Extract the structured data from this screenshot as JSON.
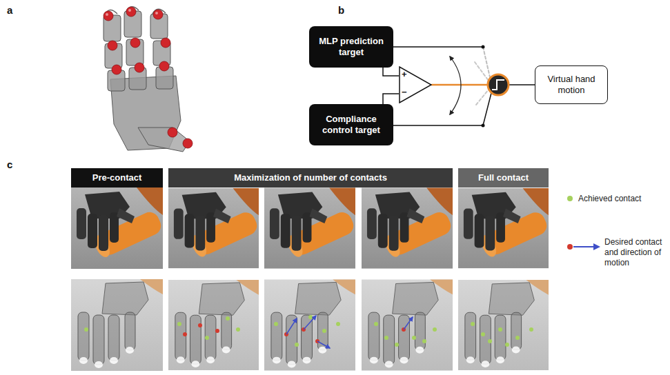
{
  "diagram": {
    "nodes": [
      {
        "text": [
          "MLP prediction target"
        ]
      },
      {
        "text": [
          "+",
          "−"
        ]
      },
      {
        "text": [
          "Compliance control target"
        ]
      },
      {
        "text": [
          "Virtual hand motion"
        ]
      },
      {
        "text": [
          "Pre-contact"
        ]
      },
      {
        "text": [
          "Maximization of number of contacts"
        ]
      },
      {
        "text": [
          "Full contact"
        ]
      }
    ],
    "edges": [
      {
        "from": 0,
        "to": 1,
        "arrow": "none"
      },
      {
        "from": 2,
        "to": 1,
        "arrow": "none"
      }
    ],
    "labels": [
      "a",
      "b",
      "c"
    ],
    "legend": [
      {
        "text": "Achieved contact",
        "color": "#a6d15e"
      },
      {
        "text": "Desired contact and direction of motion"
      }
    ]
  }
}
